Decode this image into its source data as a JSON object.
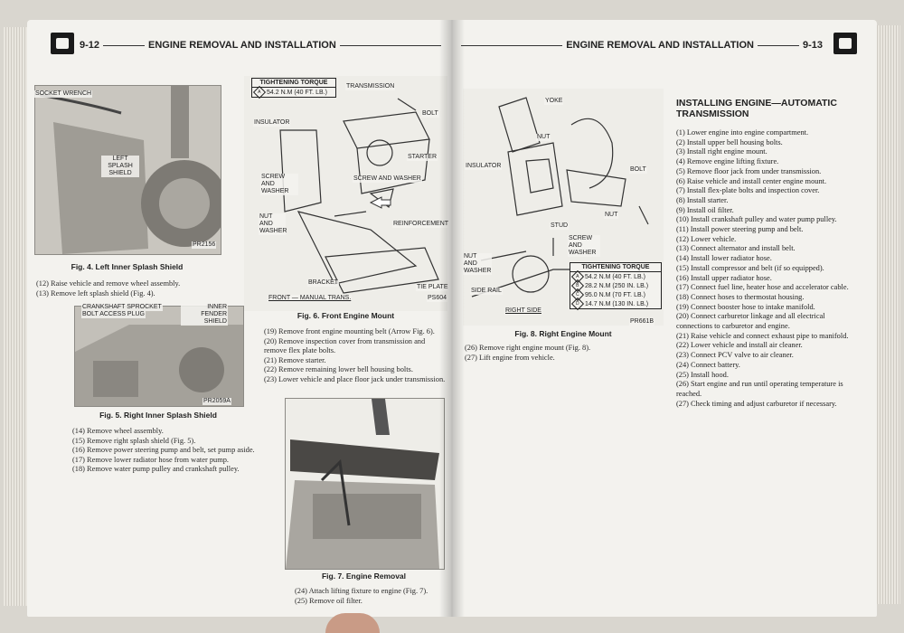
{
  "left_page": {
    "page_number": "9-12",
    "header": "ENGINE REMOVAL AND INSTALLATION",
    "fig4": {
      "callouts": [
        "SOCKET WRENCH",
        "LEFT SPLASH SHIELD",
        "PR2156"
      ],
      "caption": "Fig. 4.   Left Inner Splash Shield"
    },
    "text1": [
      "(12) Raise vehicle and remove wheel assembly.",
      "(13) Remove left splash shield (Fig. 4)."
    ],
    "fig5": {
      "callouts": [
        "CRANKSHAFT SPROCKET",
        "BOLT ACCESS PLUG",
        "INNER FENDER SHIELD",
        "PR2059A"
      ],
      "caption": "Fig. 5.   Right Inner Splash Shield"
    },
    "text2": [
      "(14) Remove wheel assembly.",
      "(15) Remove right splash shield (Fig. 5).",
      "(16) Remove power steering pump and belt, set pump aside.",
      "(17) Remove lower radiator hose from water pump.",
      "(18) Remove water pump pulley and crankshaft pulley."
    ],
    "fig6": {
      "torque_title": "TIGHTENING TORQUE",
      "torque_rows": [
        {
          "badge": "A",
          "value": "54.2 N.M (40 FT. LB.)"
        }
      ],
      "callouts": [
        "TRANSMISSION",
        "BOLT",
        "INSULATOR",
        "STARTER",
        "SCREW AND WASHER",
        "SCREW AND WASHER",
        "NUT AND WASHER",
        "REINFORCEMENT",
        "BRACKET",
        "TIE PLATE",
        "FRONT — MANUAL TRANS.",
        "PS604"
      ],
      "caption": "Fig. 6.   Front Engine Mount"
    },
    "text3": [
      "(19) Remove front engine mounting belt (Arrow Fig. 6).",
      "(20) Remove inspection cover from transmission and remove flex plate bolts.",
      "(21) Remove starter.",
      "(22) Remove remaining lower bell housing bolts.",
      "(23) Lower vehicle and place floor jack under transmission."
    ],
    "fig7": {
      "caption": "Fig. 7.   Engine Removal"
    },
    "text4": [
      "(24) Attach lifting fixture to engine (Fig. 7).",
      "(25) Remove oil filter."
    ]
  },
  "right_page": {
    "page_number": "9-13",
    "header": "ENGINE REMOVAL AND INSTALLATION",
    "fig8": {
      "torque_title": "TIGHTENING TORQUE",
      "torque_rows": [
        {
          "badge": "A",
          "value": "54.2 N.M (40 FT. LB.)"
        },
        {
          "badge": "B",
          "value": "28.2 N.M (250 IN. LB.)"
        },
        {
          "badge": "C",
          "value": "95.0 N.M (70 FT. LB.)"
        },
        {
          "badge": "D",
          "value": "14.7 N.M (130 IN. LB.)"
        }
      ],
      "callouts": [
        "YOKE",
        "NUT",
        "INSULATOR",
        "BOLT",
        "NUT",
        "STUD",
        "NUT AND WASHER",
        "SCREW AND WASHER",
        "SIDE RAIL",
        "RIGHT SIDE",
        "PR661B"
      ],
      "caption": "Fig. 8.   Right Engine Mount"
    },
    "text1": [
      "(26) Remove right engine mount (Fig. 8).",
      "(27) Lift engine from vehicle."
    ],
    "section_title": "INSTALLING ENGINE—AUTOMATIC TRANSMISSION",
    "steps": [
      "(1) Lower engine into engine compartment.",
      "(2) Install upper bell housing bolts.",
      "(3) Install right engine mount.",
      "(4) Remove engine lifting fixture.",
      "(5) Remove floor jack from under transmission.",
      "(6) Raise vehicle and install center engine mount.",
      "(7) Install flex-plate bolts and inspection cover.",
      "(8) Install starter.",
      "(9) Install oil filter.",
      "(10) Install crankshaft pulley and water pump pulley.",
      "(11) Install power steering pump and belt.",
      "(12) Lower vehicle.",
      "(13) Connect alternator and install belt.",
      "(14) Install lower radiator hose.",
      "(15) Install compressor and belt (if so equipped).",
      "(16) Install upper radiator hose.",
      "(17) Connect fuel line, heater hose and accelerator cable.",
      "(18) Connect hoses to thermostat housing.",
      "(19) Connect booster hose to intake manifold.",
      "(20) Connect carburetor linkage and all electrical connections to carburetor and engine.",
      "(21) Raise vehicle and connect exhaust pipe to manifold.",
      "(22) Lower vehicle and install air cleaner.",
      "(23) Connect PCV valve to air cleaner.",
      "(24) Connect battery.",
      "(25) Install hood.",
      "(26) Start engine and run until operating temperature is reached.",
      "(27) Check timing and adjust carburetor if necessary."
    ]
  }
}
